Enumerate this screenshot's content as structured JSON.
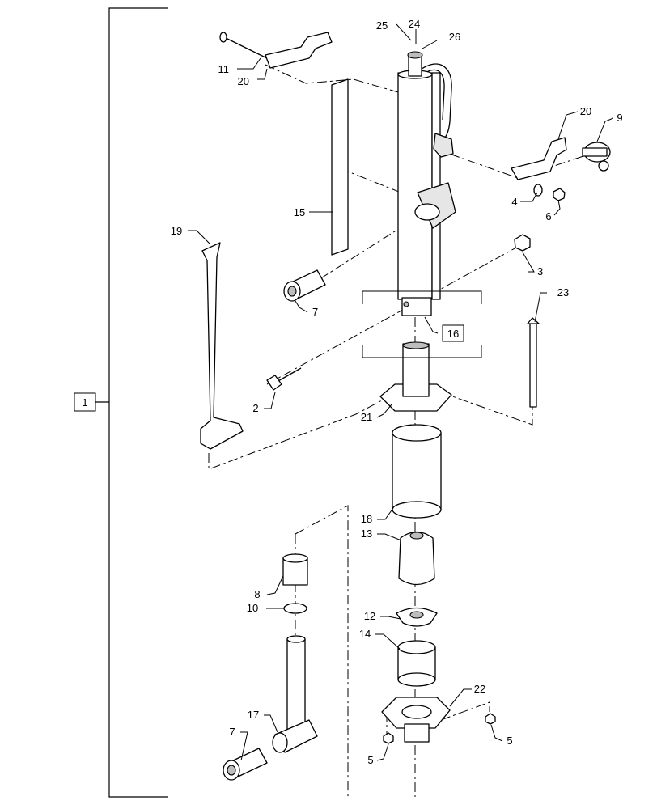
{
  "diagram": {
    "labels": {
      "l1": "1",
      "l2": "2",
      "l3": "3",
      "l4": "4",
      "l5a": "5",
      "l5b": "5",
      "l6": "6",
      "l7a": "7",
      "l7b": "7",
      "l8": "8",
      "l9": "9",
      "l10": "10",
      "l11": "11",
      "l12": "12",
      "l13": "13",
      "l14": "14",
      "l15": "15",
      "l16": "16",
      "l17": "17",
      "l18": "18",
      "l19": "19",
      "l20a": "20",
      "l20b": "20",
      "l21": "21",
      "l22": "22",
      "l23": "23",
      "l24": "24",
      "l25": "25",
      "l26": "26"
    },
    "boxed_labels": [
      "1",
      "16"
    ]
  }
}
